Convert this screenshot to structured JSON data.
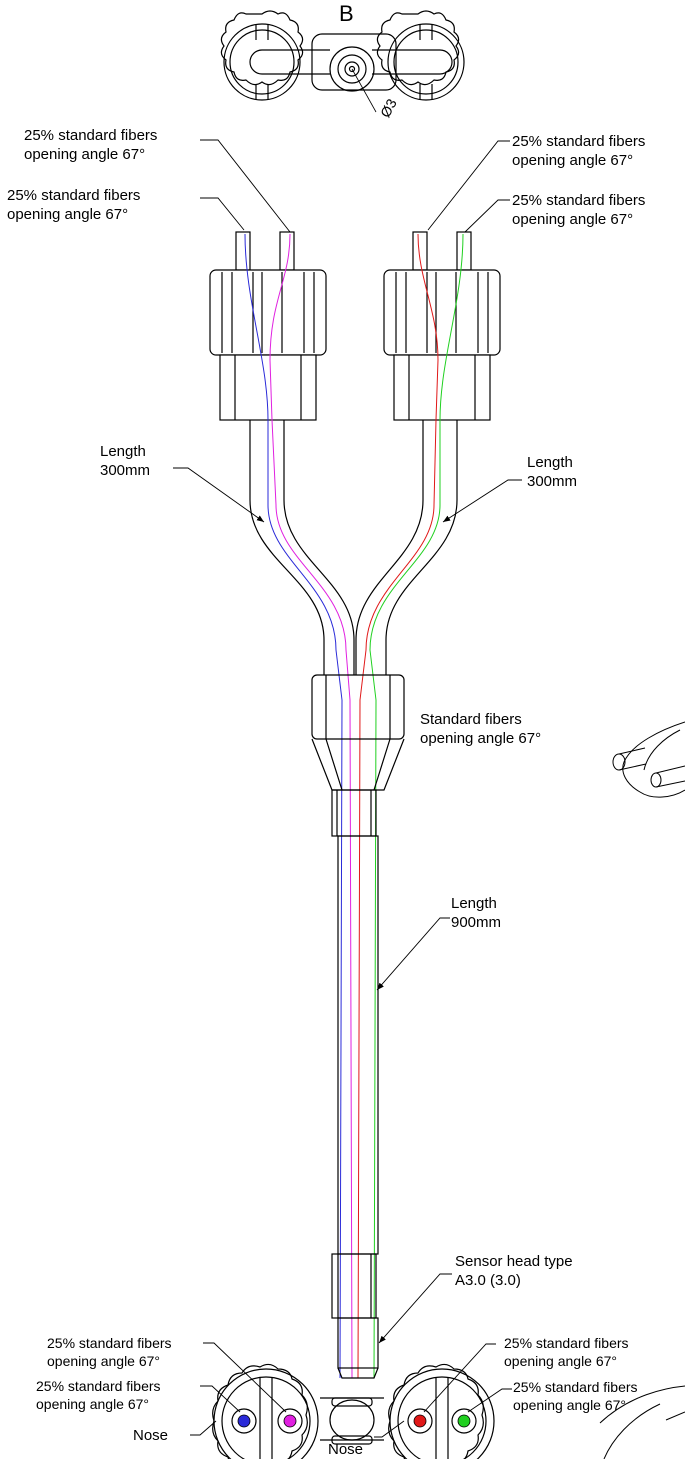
{
  "view_label": "B",
  "diameter_label": "Ø3",
  "top_labels": {
    "left_upper": "25% standard fibers\nopening angle 67°",
    "left_lower": "25% standard fibers\nopening angle 67°",
    "right_upper": "25% standard fibers\nopening angle 67°",
    "right_lower": "25% standard fibers\nopening angle 67°"
  },
  "length_left": "Length\n300mm",
  "length_right": "Length\n300mm",
  "junction_label": "Standard fibers\nopening angle 67°",
  "length_main": "Length\n900mm",
  "sensor_head": "Sensor head type\nA3.0 (3.0)",
  "bottom_labels": {
    "left_upper": "25% standard fibers\nopening angle 67°",
    "left_lower": "25% standard fibers\nopening angle 67°",
    "right_upper": "25% standard fibers\nopening angle 67°",
    "right_lower": "25% standard fibers\nopening angle 67°"
  },
  "nose_left": "Nose",
  "nose_right": "Nose",
  "fiber_colors": {
    "blue": "#2a2ad8",
    "magenta": "#e020e0",
    "red": "#e01818",
    "green": "#20d020"
  }
}
